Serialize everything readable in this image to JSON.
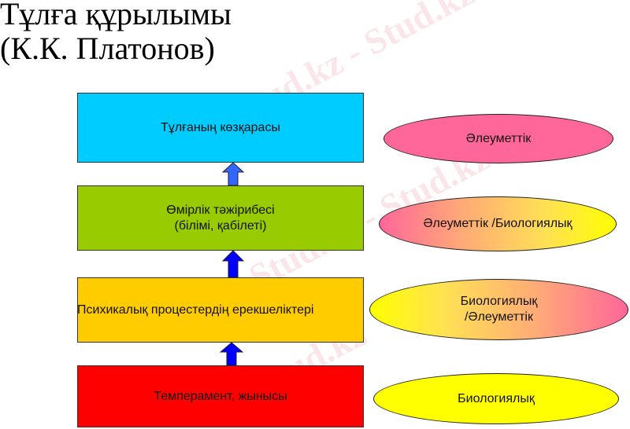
{
  "title": {
    "line1": "Тұлға құрылымы",
    "line2": "(К.К. Платонов)"
  },
  "watermark": {
    "text": "Stud.kz - Stud.kz"
  },
  "levels": [
    {
      "label": "Тұлғаның көзқарасы",
      "label2": "",
      "color": "#00CCFF",
      "factor": "Әлеуметтік",
      "factor2": ""
    },
    {
      "label": "Өмірлік тәжірибесі",
      "label2": "(білімі, қабілеті)",
      "color": "#99CC00",
      "factor": "Әлеуметтік /Биологиялық",
      "factor2": ""
    },
    {
      "label": "Психикалық процестердің ерекшеліктері",
      "label2": "",
      "color": "#FFCC00",
      "factor": "Биологиялық",
      "factor2": "/Әлеуметтік"
    },
    {
      "label": "Темперамент, жынысы",
      "label2": "",
      "color": "#FF0000",
      "factor": "Биологиялық",
      "factor2": ""
    }
  ],
  "colors": {
    "pink": "#FF6699",
    "yellow": "#FFFF00",
    "arrow_light": "#3366FF",
    "arrow_dark": "#0000FF"
  }
}
